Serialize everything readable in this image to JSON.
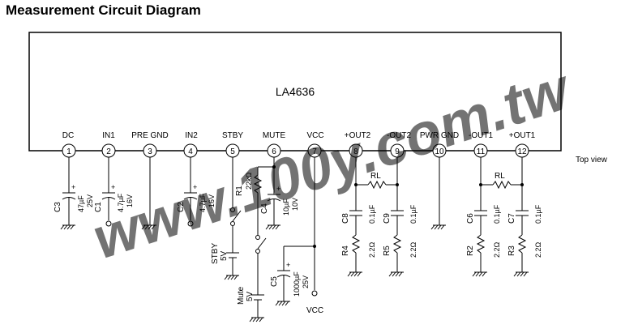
{
  "title": "Measurement Circuit Diagram",
  "ic_label": "LA4636",
  "view_label": "Top view",
  "pins": [
    {
      "num": "1",
      "name": "DC"
    },
    {
      "num": "2",
      "name": "IN1"
    },
    {
      "num": "3",
      "name": "PRE GND"
    },
    {
      "num": "4",
      "name": "IN2"
    },
    {
      "num": "5",
      "name": "STBY"
    },
    {
      "num": "6",
      "name": "MUTE"
    },
    {
      "num": "7",
      "name": "VCC"
    },
    {
      "num": "8",
      "name": "+OUT2"
    },
    {
      "num": "9",
      "name": "-OUT2"
    },
    {
      "num": "10",
      "name": "PWR GND"
    },
    {
      "num": "11",
      "name": "-OUT1"
    },
    {
      "num": "12",
      "name": "+OUT1"
    }
  ],
  "components": {
    "c3": {
      "ref": "C3",
      "value": "47µF",
      "voltage": "25V"
    },
    "c1": {
      "ref": "C1",
      "value": "4.7µF",
      "voltage": "16V"
    },
    "c2": {
      "ref": "C2",
      "value": "4.7µF",
      "voltage": "16V"
    },
    "r1": {
      "ref": "R1",
      "value": "22kΩ"
    },
    "c4": {
      "ref": "C4",
      "value": "10µF",
      "voltage": "10V"
    },
    "c5": {
      "ref": "C5",
      "value": "1000µF",
      "voltage": "25V"
    },
    "rl_a": {
      "ref": "RL"
    },
    "rl_b": {
      "ref": "RL"
    },
    "c8": {
      "ref": "C8",
      "value": "0.1µF"
    },
    "c9": {
      "ref": "C9",
      "value": "0.1µF"
    },
    "c6": {
      "ref": "C6",
      "value": "0.1µF"
    },
    "c7": {
      "ref": "C7",
      "value": "0.1µF"
    },
    "r4": {
      "ref": "R4",
      "value": "2.2Ω"
    },
    "r5": {
      "ref": "R5",
      "value": "2.2Ω"
    },
    "r2": {
      "ref": "R2",
      "value": "2.2Ω"
    },
    "r3": {
      "ref": "R3",
      "value": "2.2Ω"
    }
  },
  "sources": {
    "stby": {
      "label": "STBY",
      "voltage": "5V"
    },
    "mute": {
      "label": "Mute",
      "voltage": "5V"
    }
  },
  "vcc_terminal": "VCC",
  "watermark": "www.100y.com.tw"
}
